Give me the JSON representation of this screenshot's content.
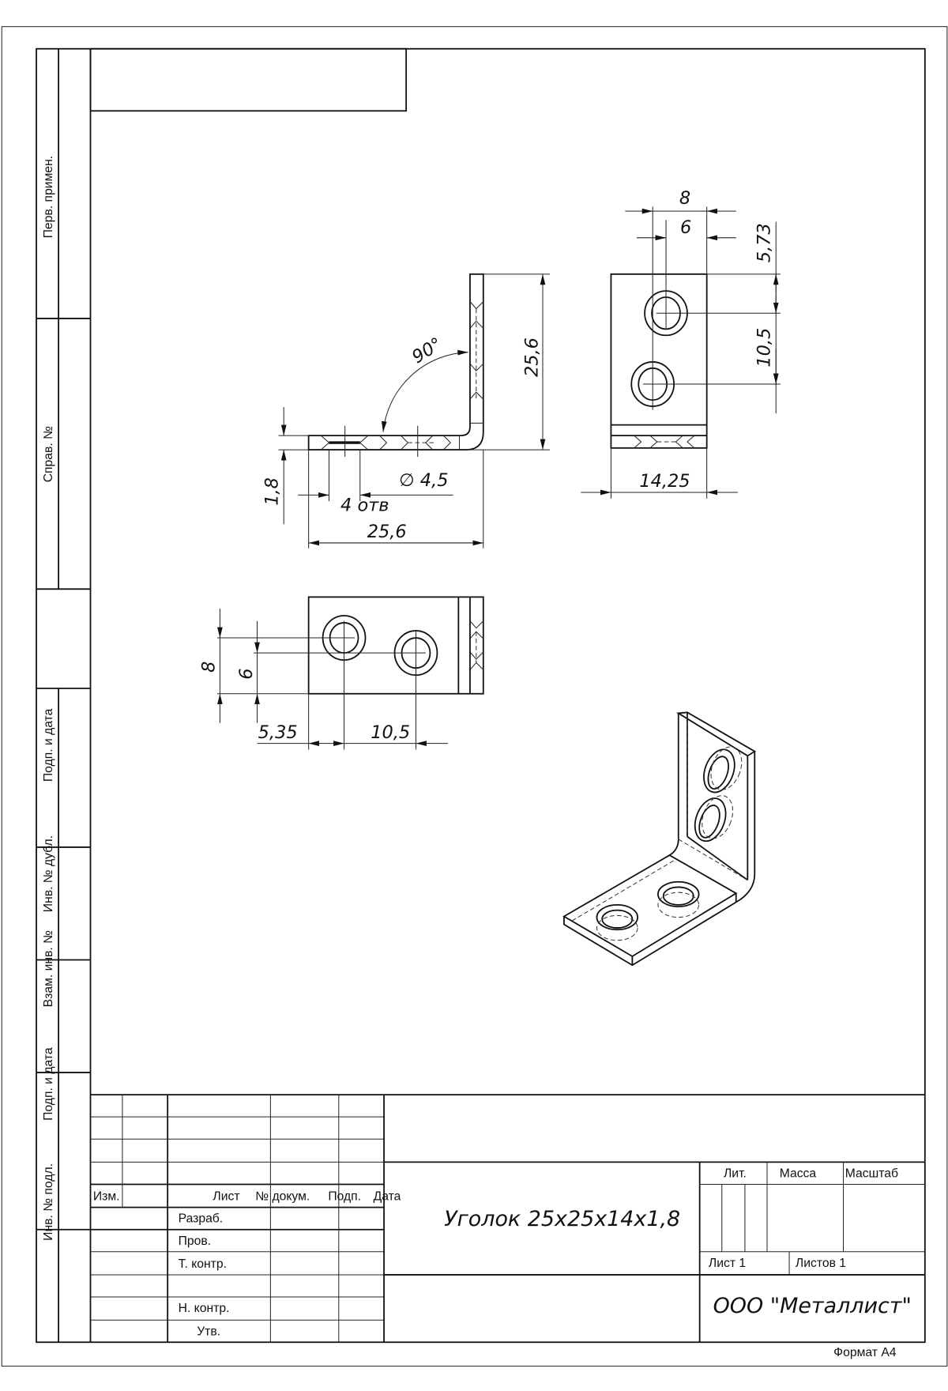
{
  "side_strip": {
    "perv_primen": "Перв. примен.",
    "sprav_no": "Справ. №",
    "podp_data_1": "Подп. и дата",
    "inv_dubl": "Инв. № дубл.",
    "vzam_inv": "Взам. инв. №",
    "podp_data_2": "Подп. и дата",
    "inv_podl": "Инв. № подл."
  },
  "dimensions": {
    "front": {
      "angle": "90°",
      "height": "25,6",
      "thickness": "1,8",
      "hole_diameter": "∅ 4,5",
      "hole_count": "4  отв",
      "width": "25,6"
    },
    "side": {
      "d8": "8",
      "d6": "6",
      "d573": "5,73",
      "d105": "10,5",
      "width": "14,25"
    },
    "top": {
      "d8": "8",
      "d6": "6",
      "d535": "5,35",
      "d105": "10,5"
    }
  },
  "title_block": {
    "izm": "Изм.",
    "list": "Лист",
    "n_dokum": "№ докум.",
    "podp": "Подп.",
    "data": "Дата",
    "razrab": "Разраб.",
    "prov": "Пров.",
    "t_kontr": "Т. контр.",
    "n_kontr": "Н. контр.",
    "utv": "Утв.",
    "title": "Уголок  25x25x14x1,8",
    "lit": "Лит.",
    "massa": "Масса",
    "masshtab": "Масштаб",
    "sheet": "Лист 1",
    "sheets": "Листов 1",
    "company": "ООО  \"Металлист\"",
    "format": "Формат А4"
  }
}
